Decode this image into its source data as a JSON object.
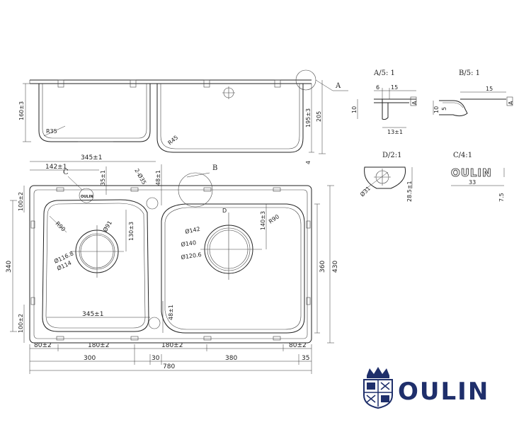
{
  "detail_labels": {
    "a": "A/5: 1",
    "b": "B/5: 1",
    "d": "D/2:1",
    "c": "C/4:1",
    "callout_a": "A",
    "callout_b": "B",
    "callout_c": "C",
    "callout_d": "D"
  },
  "side_view": {
    "dims": [
      "160±3",
      "R35",
      "R45",
      "195±3",
      "205",
      "4"
    ]
  },
  "detail_a": {
    "dims": [
      "6",
      "15",
      "10",
      "13±1",
      "A"
    ]
  },
  "detail_b": {
    "dims": [
      "15",
      "10",
      "5",
      "A"
    ]
  },
  "detail_d": {
    "dims": [
      "Ø31",
      "28.5±1"
    ]
  },
  "detail_c": {
    "dims": [
      "33",
      "7.5"
    ],
    "logo_text": "OULIN"
  },
  "plan": {
    "top_dims": [
      "345±1",
      "142±1",
      "35±1",
      "2-Ø35",
      "48±1"
    ],
    "left_dims": [
      "100±2",
      "340",
      "100±2"
    ],
    "right_dims": [
      "360",
      "430"
    ],
    "bowl_left": [
      "R90",
      "Ø91",
      "130±3",
      "Ø116.8",
      "Ø114",
      "345±1"
    ],
    "bowl_right": [
      "R90",
      "140±3",
      "Ø142",
      "Ø140",
      "Ø120.6",
      "48±1"
    ],
    "bottom_row1": [
      "80±2",
      "180±2",
      "180±2",
      "80±2"
    ],
    "bottom_row2": [
      "300",
      "30",
      "380",
      "35"
    ],
    "bottom_total": "780"
  },
  "brand": {
    "name": "OULIN"
  }
}
